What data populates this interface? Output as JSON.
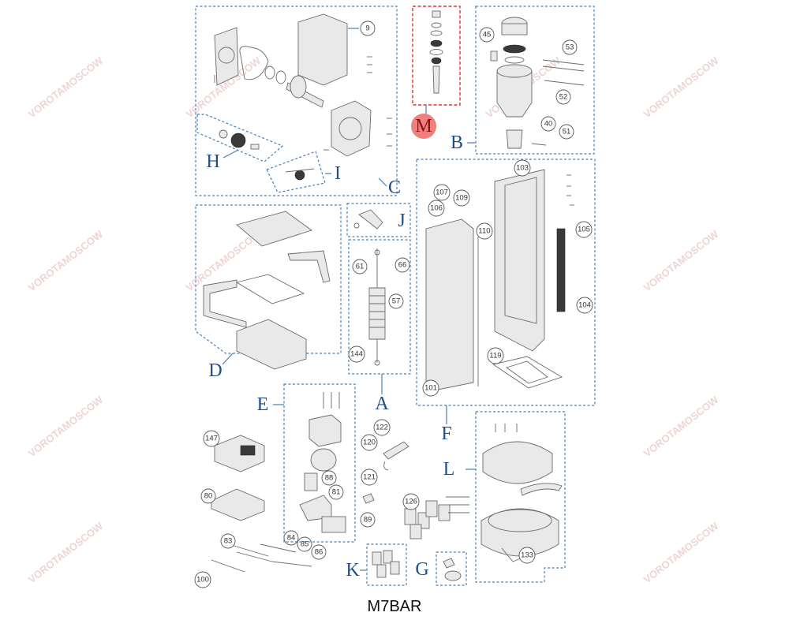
{
  "model_label": "M7BAR",
  "watermark_text": "VOROTAMOSCOW",
  "colors": {
    "group_border": "#4a7fb5",
    "group_letter": "#1f4e8c",
    "highlight_border": "#e03030",
    "highlight_fill": "#f07f7f",
    "drawing_stroke": "#6a6a6a"
  },
  "groups": {
    "A": "A",
    "B": "B",
    "C": "C",
    "D": "D",
    "E": "E",
    "F": "F",
    "G": "G",
    "H": "H",
    "I": "I",
    "J": "J",
    "K": "K",
    "L": "L",
    "M": "M"
  },
  "parts": {
    "p9": "9",
    "p45": "45",
    "p53": "53",
    "p52": "52",
    "p40": "40",
    "p51": "51",
    "p103": "103",
    "p107": "107",
    "p109": "109",
    "p106": "106",
    "p110": "110",
    "p105": "105",
    "p104": "104",
    "p119": "119",
    "p101": "101",
    "p61": "61",
    "p66": "66",
    "p57": "57",
    "p144": "144",
    "p147": "147",
    "p80": "80",
    "p83": "83",
    "p84": "84",
    "p85": "85",
    "p86": "86",
    "p100": "100",
    "p88": "88",
    "p81": "81",
    "p122": "122",
    "p120": "120",
    "p121": "121",
    "p89": "89",
    "p126": "126",
    "p133": "133"
  }
}
